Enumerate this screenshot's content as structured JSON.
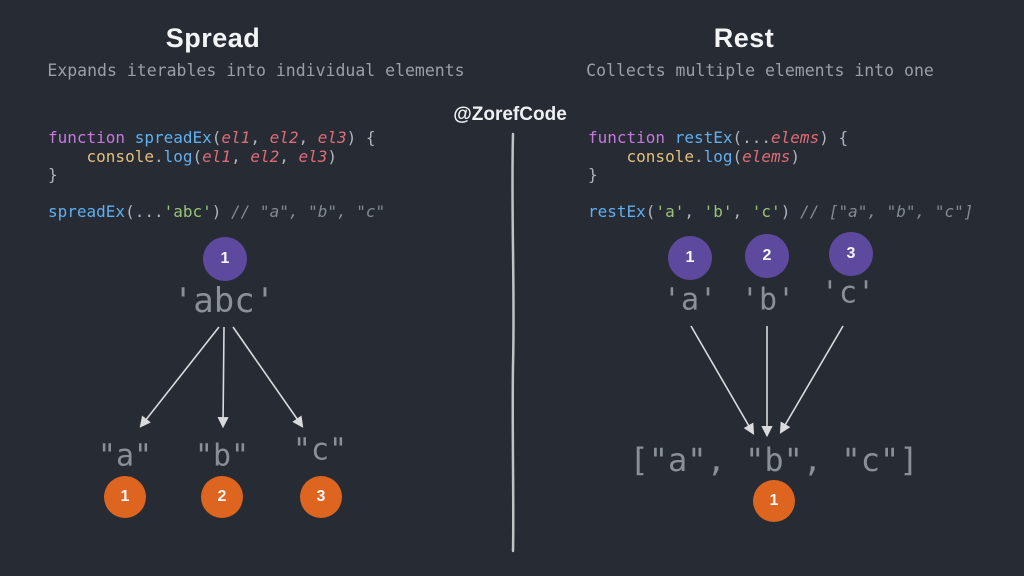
{
  "watermark": "@ZorefCode",
  "colors": {
    "background": "#272b34",
    "title": "#f3f5f7",
    "subtitle": "#9aa0a8",
    "diagram_text": "#8a9099",
    "purple_badge": "#5d4a9e",
    "orange_badge": "#dd651f",
    "arrow": "#d8dadc",
    "code_keyword": "#c678dd",
    "code_function": "#61afef",
    "code_param": "#e06c75",
    "code_object": "#e5c07b",
    "code_string": "#98c379",
    "code_plain": "#aeb5bf",
    "code_comment": "#828a94"
  },
  "spread": {
    "title": "Spread",
    "subtitle": "Expands iterables into individual elements",
    "code": [
      [
        [
          "kw",
          "function"
        ],
        [
          "pl",
          " "
        ],
        [
          "fn",
          "spreadEx"
        ],
        [
          "pl",
          "("
        ],
        [
          "pr",
          "el1"
        ],
        [
          "pl",
          ", "
        ],
        [
          "pr",
          "el2"
        ],
        [
          "pl",
          ", "
        ],
        [
          "pr",
          "el3"
        ],
        [
          "pl",
          ") {"
        ]
      ],
      [
        [
          "pl",
          "    "
        ],
        [
          "ob",
          "console"
        ],
        [
          "pl",
          "."
        ],
        [
          "fn",
          "log"
        ],
        [
          "pl",
          "("
        ],
        [
          "pr",
          "el1"
        ],
        [
          "pl",
          ", "
        ],
        [
          "pr",
          "el2"
        ],
        [
          "pl",
          ", "
        ],
        [
          "pr",
          "el3"
        ],
        [
          "pl",
          ")"
        ]
      ],
      [
        [
          "pl",
          "}"
        ]
      ],
      [],
      [
        [
          "fn",
          "spreadEx"
        ],
        [
          "pl",
          "(..."
        ],
        [
          "st",
          "'abc'"
        ],
        [
          "pl",
          ") "
        ],
        [
          "cm",
          "// \"a\", \"b\", \"c\""
        ]
      ]
    ],
    "source": {
      "badge": "1",
      "label": "'abc'"
    },
    "results": [
      {
        "label": "\"a\"",
        "badge": "1"
      },
      {
        "label": "\"b\"",
        "badge": "2"
      },
      {
        "label": "\"c\"",
        "badge": "3"
      }
    ]
  },
  "rest": {
    "title": "Rest",
    "subtitle": "Collects multiple elements into one",
    "code": [
      [
        [
          "kw",
          "function"
        ],
        [
          "pl",
          " "
        ],
        [
          "fn",
          "restEx"
        ],
        [
          "pl",
          "(..."
        ],
        [
          "pr",
          "elems"
        ],
        [
          "pl",
          ") {"
        ]
      ],
      [
        [
          "pl",
          "    "
        ],
        [
          "ob",
          "console"
        ],
        [
          "pl",
          "."
        ],
        [
          "fn",
          "log"
        ],
        [
          "pl",
          "("
        ],
        [
          "pr",
          "elems"
        ],
        [
          "pl",
          ")"
        ]
      ],
      [
        [
          "pl",
          "}"
        ]
      ],
      [],
      [
        [
          "fn",
          "restEx"
        ],
        [
          "pl",
          "("
        ],
        [
          "st",
          "'a'"
        ],
        [
          "pl",
          ", "
        ],
        [
          "st",
          "'b'"
        ],
        [
          "pl",
          ", "
        ],
        [
          "st",
          "'c'"
        ],
        [
          "pl",
          ") "
        ],
        [
          "cm",
          "// [\"a\", \"b\", \"c\"]"
        ]
      ]
    ],
    "sources": [
      {
        "badge": "1",
        "label": "'a'"
      },
      {
        "badge": "2",
        "label": "'b'"
      },
      {
        "badge": "3",
        "label": "'c'"
      }
    ],
    "result": {
      "label": "[\"a\", \"b\", \"c\"]",
      "badge": "1"
    }
  }
}
